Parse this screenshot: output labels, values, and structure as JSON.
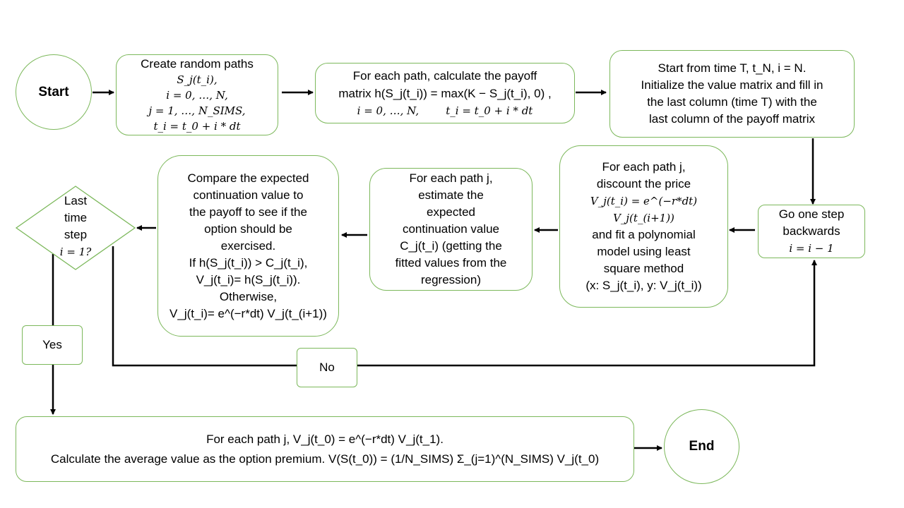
{
  "nodes": {
    "start": {
      "label": "Start"
    },
    "create_paths": {
      "lines": [
        "Create random paths",
        "S_j(t_i),",
        "i = 0, …, N,",
        "j = 1, …, N_SIMS,",
        "t_i = t_0 + i * dt"
      ]
    },
    "payoff": {
      "lines": [
        "For each path, calculate the payoff",
        "matrix h(S_j(t_i)) = max(K − S_j(t_i), 0) ,",
        "i = 0, …, N,        t_i = t_0 + i * dt"
      ]
    },
    "init_value": {
      "lines": [
        "Start from time T, t_N, i = N.",
        "Initialize the value matrix and fill in",
        "the last column (time T) with the",
        "last column of the payoff matrix"
      ]
    },
    "step_back": {
      "lines": [
        "Go one step",
        "backwards",
        "i = i − 1"
      ]
    },
    "discount": {
      "lines": [
        "For each path j,",
        "discount the price",
        "V_j(t_i) = e^(−r*dt) V_j(t_(i+1))",
        "and fit a polynomial",
        "model using least",
        "square method",
        "(x: S_j(t_i), y: V_j(t_i))"
      ]
    },
    "estimate": {
      "lines": [
        "For each path j,",
        "estimate the",
        "expected",
        "continuation value",
        "C_j(t_i) (getting the",
        "fitted values from the",
        "regression)"
      ]
    },
    "compare": {
      "lines": [
        "Compare the expected",
        "continuation value to",
        "the payoff to see if the",
        "option should be",
        "exercised.",
        "If h(S_j(t_i)) > C_j(t_i),",
        "V_j(t_i)= h(S_j(t_i)).",
        "Otherwise,",
        "V_j(t_i)= e^(−r*dt) V_j(t_(i+1))"
      ]
    },
    "decision": {
      "lines": [
        "Last",
        "time",
        "step",
        "i = 1?"
      ]
    },
    "yes": {
      "label": "Yes"
    },
    "no": {
      "label": "No"
    },
    "final": {
      "lines": [
        "For each path j, V_j(t_0) = e^(−r*dt) V_j(t_1).",
        "Calculate the average value as the option premium. V(S(t_0)) = (1/N_SIMS) Σ_(j=1)^(N_SIMS) V_j(t_0)"
      ]
    },
    "end": {
      "label": "End"
    }
  },
  "colors": {
    "node_border": "#7cb85b",
    "arrow": "#000000"
  }
}
